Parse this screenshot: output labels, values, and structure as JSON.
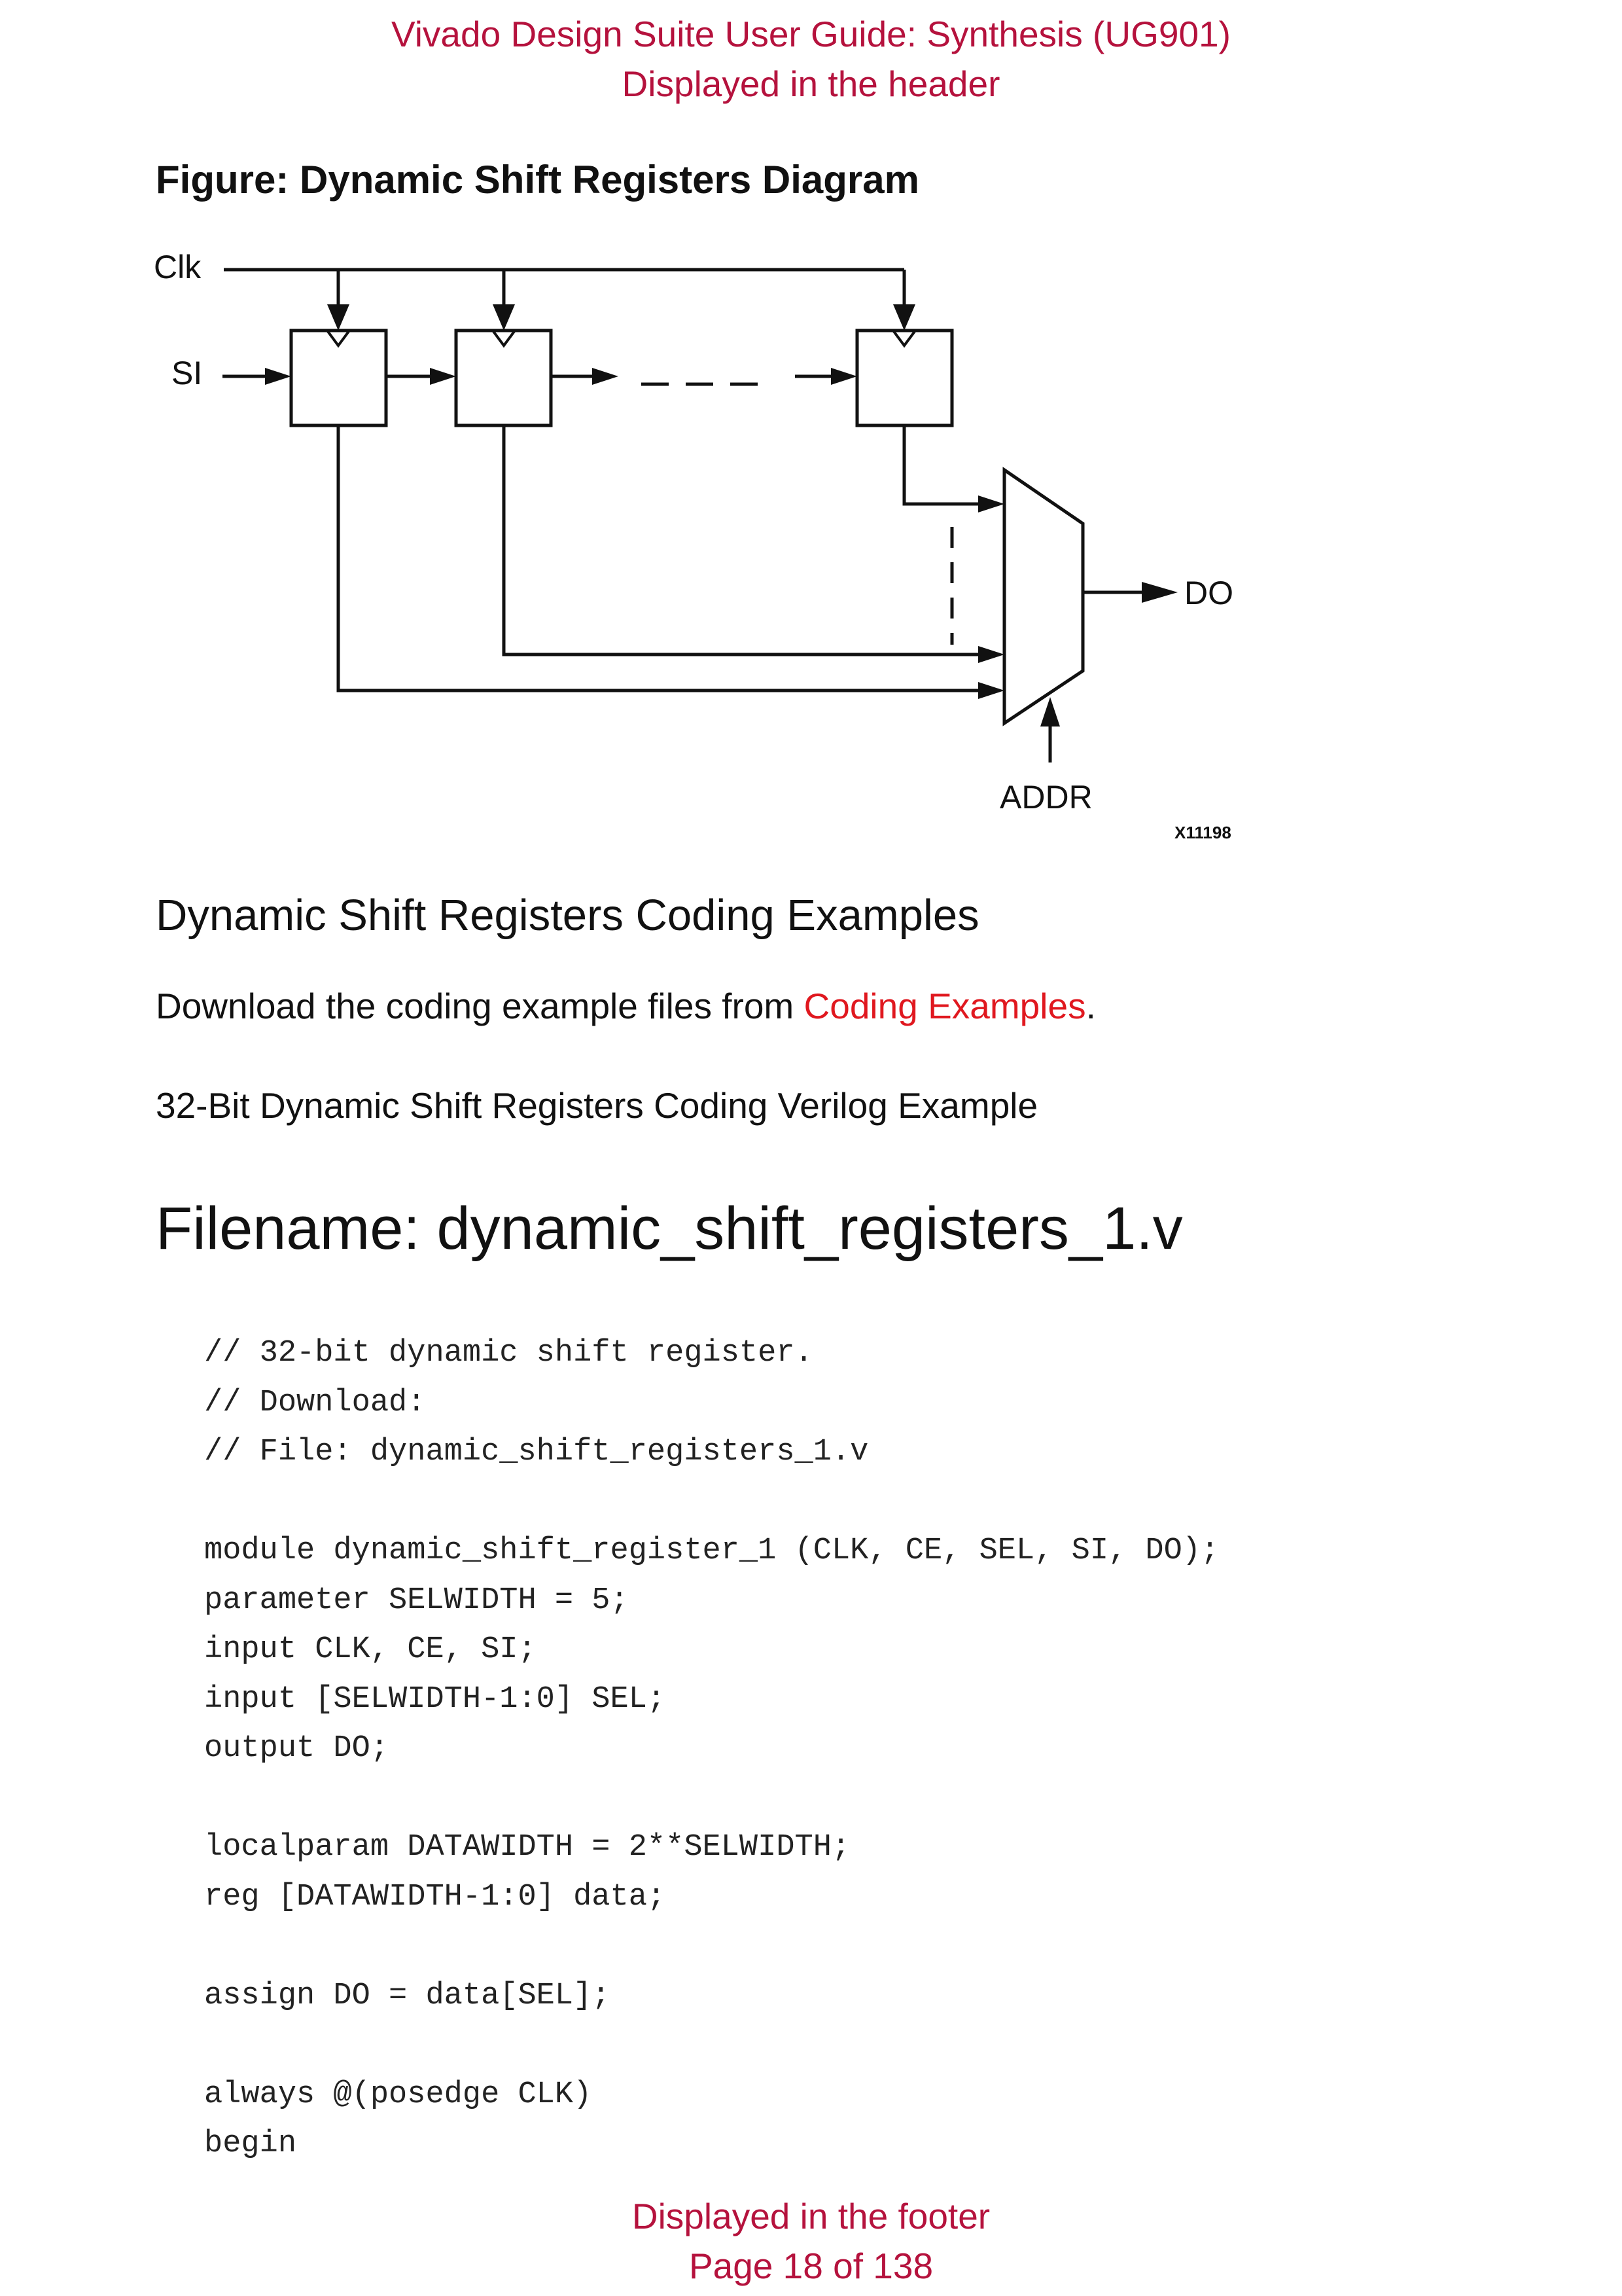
{
  "header": {
    "title": "Vivado Design Suite User Guide: Synthesis (UG901)",
    "subtitle": "Displayed in the header"
  },
  "figure": {
    "caption": "Figure: Dynamic Shift Registers Diagram",
    "labels": {
      "clk": "Clk",
      "si": "SI",
      "do": "DO",
      "addr": "ADDR",
      "figure_id": "X11198"
    }
  },
  "section": {
    "heading": "Dynamic Shift Registers Coding Examples",
    "download_text": "Download the coding example files from ",
    "download_link": "Coding Examples",
    "download_end": ".",
    "example_title": "32-Bit Dynamic Shift Registers Coding Verilog Example",
    "filename": "Filename: dynamic_shift_registers_1.v"
  },
  "code_lines": [
    "// 32-bit dynamic shift register.",
    "// Download:",
    "// File: dynamic_shift_registers_1.v",
    "",
    "module dynamic_shift_register_1 (CLK, CE, SEL, SI, DO);",
    "parameter SELWIDTH = 5;",
    "input CLK, CE, SI;",
    "input [SELWIDTH-1:0] SEL;",
    "output DO;",
    "",
    "localparam DATAWIDTH = 2**SELWIDTH;",
    "reg [DATAWIDTH-1:0] data;",
    "",
    "assign DO = data[SEL];",
    "",
    "always @(posedge CLK)",
    "begin"
  ],
  "footer": {
    "note": "Displayed in the footer",
    "page": "Page 18 of 138"
  },
  "colors": {
    "header_footer": "#b5123d",
    "link": "#e0181f",
    "text": "#111111"
  }
}
